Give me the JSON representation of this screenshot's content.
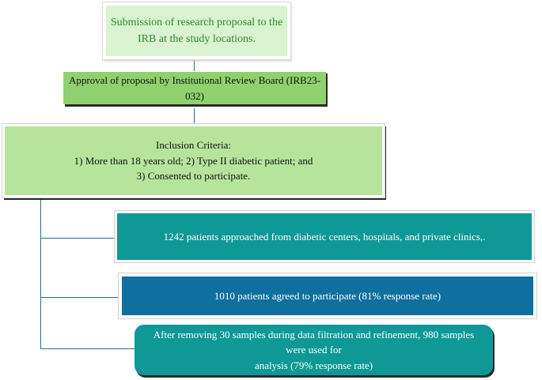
{
  "flowchart": {
    "step1": {
      "line1": "Submission of research proposal to the",
      "line2": "IRB at the study locations."
    },
    "step2": {
      "text": "Approval of proposal by Institutional Review Board (IRB23-032)"
    },
    "step3": {
      "title": "Inclusion Criteria:",
      "line1": "1) More than 18 years old; 2) Type II diabetic patient; and",
      "line2": "3) Consented to participate."
    },
    "step4": {
      "text": "1242 patients approached from diabetic centers, hospitals, and private clinics,."
    },
    "step5": {
      "text": "1010 patients agreed to participate (81% response rate)"
    },
    "step6": {
      "line1": "After removing 30 samples during data filtration and refinement, 980 samples were used for",
      "line2": "analysis (79% response rate)"
    }
  },
  "colors": {
    "connector": "#2b6c8a",
    "box1_bg": "#d9f2cf",
    "box2_bg": "#8fd16e",
    "box3_bg": "#b6e49d",
    "box4_bg": "#0e9896",
    "box5_bg": "#0f6f9e",
    "box6_bg": "#0e9896"
  }
}
